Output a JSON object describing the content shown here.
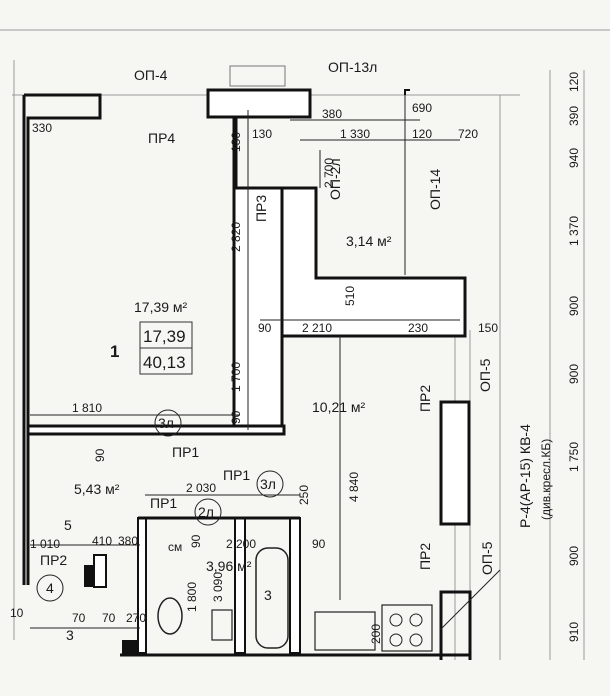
{
  "labels": {
    "op4": "ОП-4",
    "op13l": "ОП-13л",
    "pr4": "ПР4",
    "pr3": "ПР3",
    "op2l": "ОП-2л",
    "op14": "ОП-14",
    "op5_top": "ОП-5",
    "op5_bot": "ОП-5",
    "pr2_right": "ПР2",
    "pr2_bot": "ПР2",
    "pr2_left": "ПР2",
    "pr1_a": "ПР1",
    "pr1_b": "ПР1",
    "pr1_c": "ПР1",
    "cm": "см",
    "side_title": "Р-4(АР-15) КВ-4",
    "side_sub": "(див.кресл.КБ)"
  },
  "rooms": {
    "main_area": "17,39 м²",
    "room_no": "1",
    "area_box_top": "17,39",
    "area_box_bottom": "40,13",
    "storage_area": "3,14 м²",
    "hall_area": "10,21 м²",
    "entry_area": "5,43 м²",
    "bath_area": "3,96 м²"
  },
  "markers": {
    "m3l_a": "3л",
    "m3l_b": "3л",
    "m2l": "2л",
    "m4": "4",
    "m5": "5",
    "m3_a": "3",
    "m3_b": "3"
  },
  "dims": {
    "d330": "330",
    "d380": "380",
    "d690": "690",
    "d130a": "130",
    "d130b": "130",
    "d1330": "1 330",
    "d120": "120",
    "d720": "720",
    "d2700": "2 700",
    "d2820": "2 820",
    "d510": "510",
    "d90a": "90",
    "d2210": "2 210",
    "d230": "230",
    "d150": "150",
    "d1700": "1 700",
    "d1810": "1 810",
    "d90b": "90",
    "d90c": "90",
    "d4840": "4 840",
    "d2030": "2 030",
    "d250": "250",
    "d90d": "90",
    "d2200": "2 200",
    "d90e": "90",
    "d1010": "1 010",
    "d410": "410",
    "d380b": "380",
    "d1800": "1 800",
    "d3090": "3 090",
    "d10": "10",
    "d70a": "70",
    "d70b": "70",
    "d270": "270",
    "d200": "200"
  },
  "right_dims": {
    "r120": "120",
    "r390": "390",
    "r940": "940",
    "r1370": "1 370",
    "r900a": "900",
    "r900b": "900",
    "r1750": "1 750",
    "r900c": "900",
    "r910": "910"
  }
}
